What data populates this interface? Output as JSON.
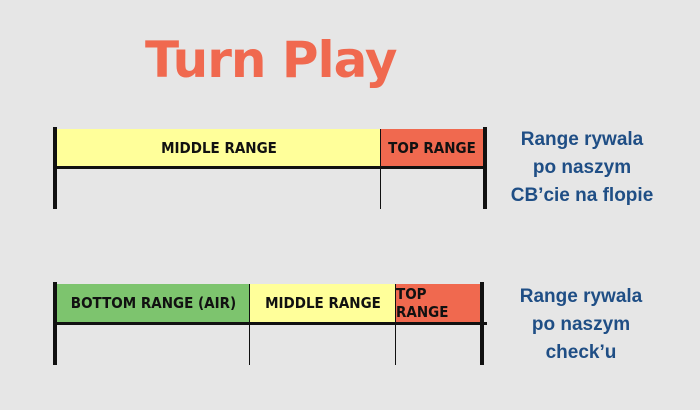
{
  "title": "Turn Play",
  "colors": {
    "title": "#f0694f",
    "middle": "#ffff9a",
    "top": "#f0694f",
    "bottom": "#7dc46e",
    "caption": "#1f4e85"
  },
  "diagram1": {
    "middle_label": "MIDDLE RANGE",
    "top_label": "TOP RANGE",
    "caption_lines": [
      "Range rywala",
      "po naszym",
      "CB’cie na flopie"
    ]
  },
  "diagram2": {
    "bottom_label": "BOTTOM RANGE (AIR)",
    "middle_label": "MIDDLE RANGE",
    "top_label": "TOP RANGE",
    "caption_lines": [
      "Range rywala",
      "po naszym",
      "check’u"
    ]
  }
}
